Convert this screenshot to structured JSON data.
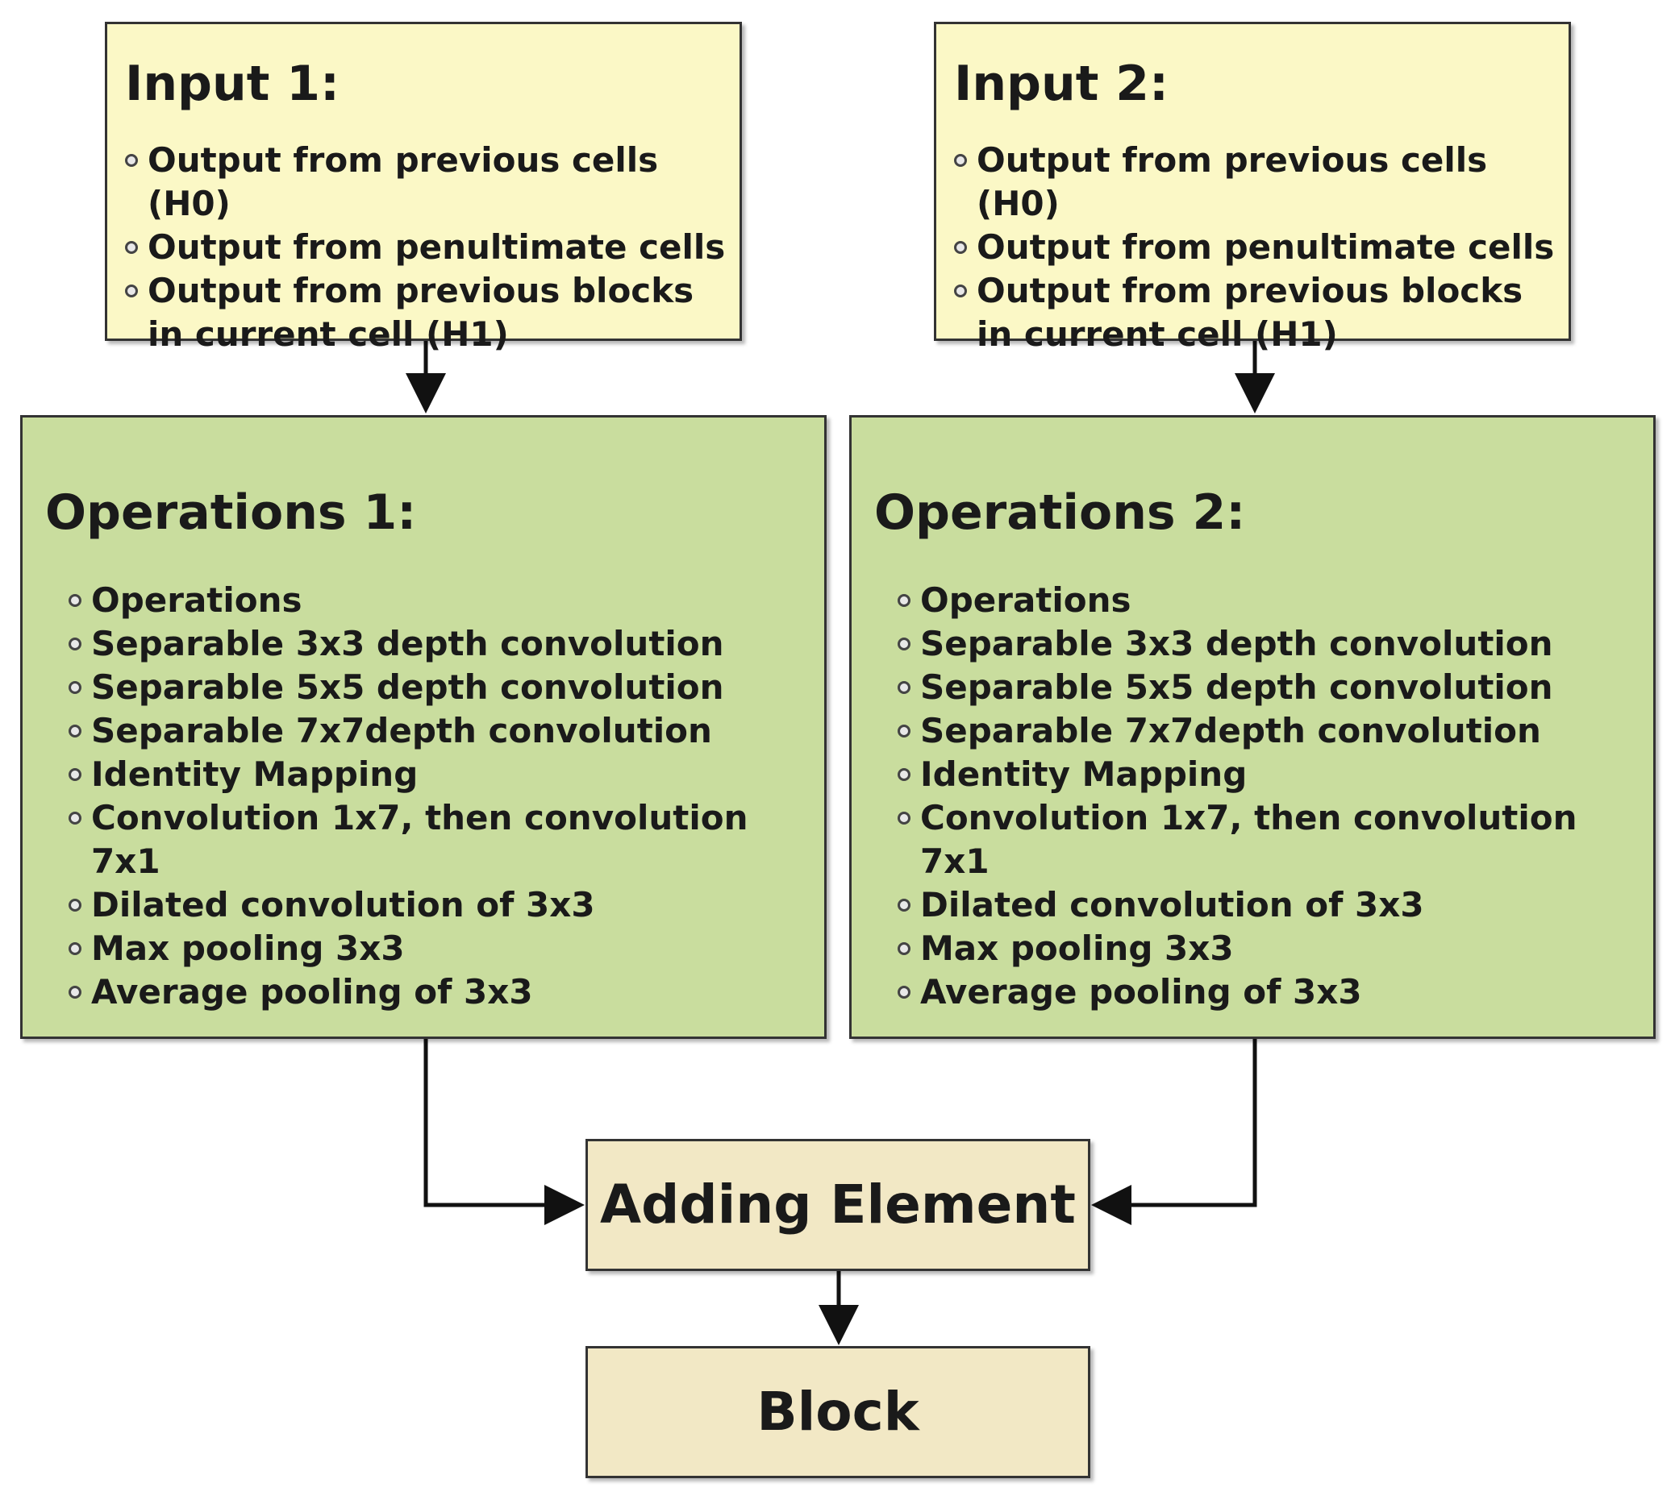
{
  "colors": {
    "input_fill": "#fbf8c6",
    "operations_fill": "#c9dd9e",
    "node_fill": "#f2e8c5",
    "stroke": "#333333",
    "arrow": "#111111"
  },
  "inputs": [
    {
      "title": "Input 1:",
      "items": [
        "Output from previous cells (H0)",
        "Output from penultimate cells",
        "Output from previous blocks\nin current cell (H1)"
      ]
    },
    {
      "title": "Input 2:",
      "items": [
        "Output from previous cells (H0)",
        "Output from penultimate cells",
        "Output from previous blocks\nin current cell (H1)"
      ]
    }
  ],
  "operations": [
    {
      "title": "Operations 1:",
      "items": [
        "Operations",
        "Separable 3x3 depth convolution",
        "Separable 5x5 depth convolution",
        "Separable 7x7depth convolution",
        "Identity Mapping",
        "Convolution 1x7, then convolution 7x1",
        "Dilated convolution of 3x3",
        "Max pooling 3x3",
        "Average pooling of 3x3"
      ]
    },
    {
      "title": "Operations 2:",
      "items": [
        "Operations",
        "Separable 3x3 depth convolution",
        "Separable 5x5 depth convolution",
        "Separable 7x7depth convolution",
        "Identity Mapping",
        "Convolution 1x7, then convolution 7x1",
        "Dilated convolution of 3x3",
        "Max pooling 3x3",
        "Average pooling of 3x3"
      ]
    }
  ],
  "adding_element": {
    "label": "Adding Element"
  },
  "block": {
    "label": "Block"
  },
  "edges": [
    {
      "from": "Input 1",
      "to": "Operations 1"
    },
    {
      "from": "Input 2",
      "to": "Operations 2"
    },
    {
      "from": "Operations 1",
      "to": "Adding Element"
    },
    {
      "from": "Operations 2",
      "to": "Adding Element"
    },
    {
      "from": "Adding Element",
      "to": "Block"
    }
  ]
}
